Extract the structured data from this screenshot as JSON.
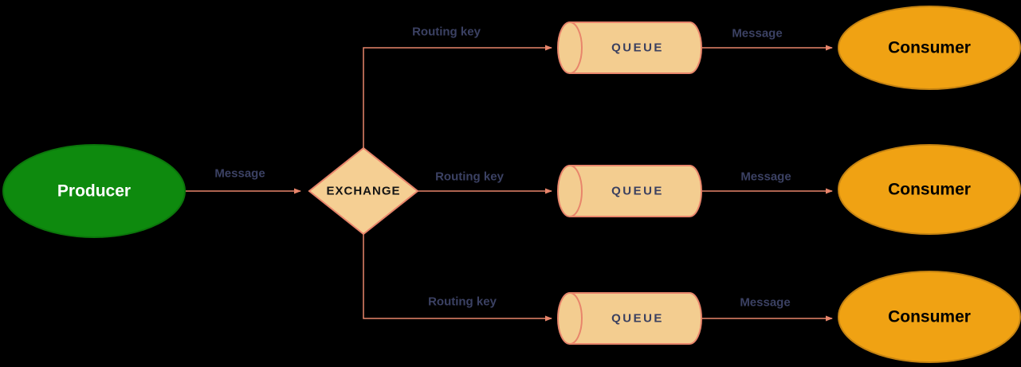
{
  "colors": {
    "background": "#000000",
    "connector": "#e8856b",
    "edge_label_text": "#3b4163",
    "producer_fill": "#0e8a0e",
    "producer_border": "#0b760b",
    "producer_text": "#ffffff",
    "exchange_fill": "#f5cf93",
    "exchange_border": "#e8856b",
    "exchange_text": "#141414",
    "queue_fill": "#f3cd90",
    "queue_border": "#e8856b",
    "queue_text": "#3a4060",
    "consumer_fill": "#f0a213",
    "consumer_border": "#c58312",
    "consumer_text": "#000000"
  },
  "nodes": {
    "producer": {
      "label": "Producer"
    },
    "exchange": {
      "label": "EXCHANGE"
    },
    "queues": [
      {
        "label": "QUEUE"
      },
      {
        "label": "QUEUE"
      },
      {
        "label": "QUEUE"
      }
    ],
    "consumers": [
      {
        "label": "Consumer"
      },
      {
        "label": "Consumer"
      },
      {
        "label": "Consumer"
      }
    ]
  },
  "edges": {
    "producer_to_exchange": {
      "label": "Message"
    },
    "exchange_to_queues": [
      {
        "label": "Routing key"
      },
      {
        "label": "Routing key"
      },
      {
        "label": "Routing key"
      }
    ],
    "queues_to_consumers": [
      {
        "label": "Message"
      },
      {
        "label": "Message"
      },
      {
        "label": "Message"
      }
    ]
  }
}
